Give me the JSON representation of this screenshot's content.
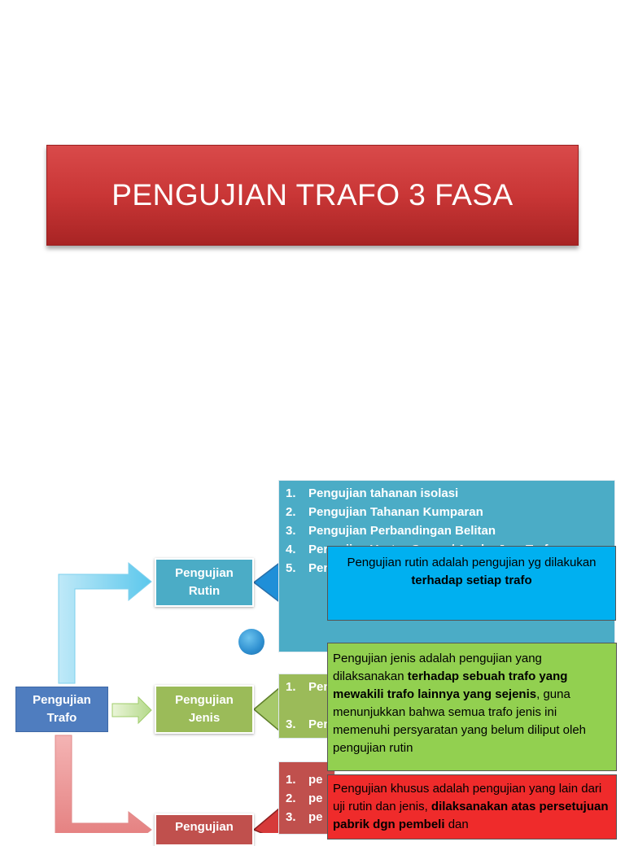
{
  "title": "PENGUJIAN TRAFO 3 FASA",
  "root": {
    "line1": "Pengujian",
    "line2": "Trafo"
  },
  "nodes": {
    "rutin": {
      "line1": "Pengujian",
      "line2": "Rutin"
    },
    "jenis": {
      "line1": "Pengujian",
      "line2": "Jenis"
    },
    "khusus": {
      "line1": "Pengujian"
    }
  },
  "rutin_list": [
    {
      "num": "1.",
      "text": "Pengujian tahanan isolasi"
    },
    {
      "num": "2.",
      "text": "Pengujian Tahanan Kumparan"
    },
    {
      "num": "3.",
      "text": "Pengujian Perbandingan Belitan"
    },
    {
      "num": "4.",
      "text": "Pengujian Vector Group / Angka Jam Trafo"
    },
    {
      "num": "5.",
      "text": "Pengujian"
    }
  ],
  "jenis_list": [
    {
      "num": "1.",
      "text": "Pen"
    },
    {
      "num": "3.",
      "text": "Pen"
    }
  ],
  "khusus_list": [
    {
      "num": "1.",
      "text": "pe"
    },
    {
      "num": "2.",
      "text": "pe"
    },
    {
      "num": "3.",
      "text": "pe"
    }
  ],
  "callouts": {
    "rutin": {
      "text1": "Pengujian rutin adalah pengujian yg dilakukan ",
      "bold1": "terhadap setiap trafo"
    },
    "jenis": {
      "text1": "Pengujian jenis adalah pengujian yang dilaksanakan ",
      "bold1": "terhadap sebuah trafo yang mewakili trafo lainnya yang sejenis",
      "text2": ", guna menunjukkan bahwa semua trafo jenis ini memenuhi persyaratan yang belum diliput oleh pengujian rutin"
    },
    "khusus": {
      "text1": "Pengujian khusus adalah pengujian yang lain dari uji rutin dan jenis, ",
      "bold1": "dilaksanakan atas persetujuan pabrik dgn pembeli",
      "text2": " dan"
    }
  },
  "colors": {
    "title_bg": "#c93636",
    "root": "#4f7dbf",
    "rutin": "#4bacc6",
    "jenis": "#9bbb59",
    "khusus": "#c0504d",
    "callout_rutin": "#00b0f0",
    "callout_jenis": "#92d050",
    "callout_khusus": "#ef2b2b"
  }
}
